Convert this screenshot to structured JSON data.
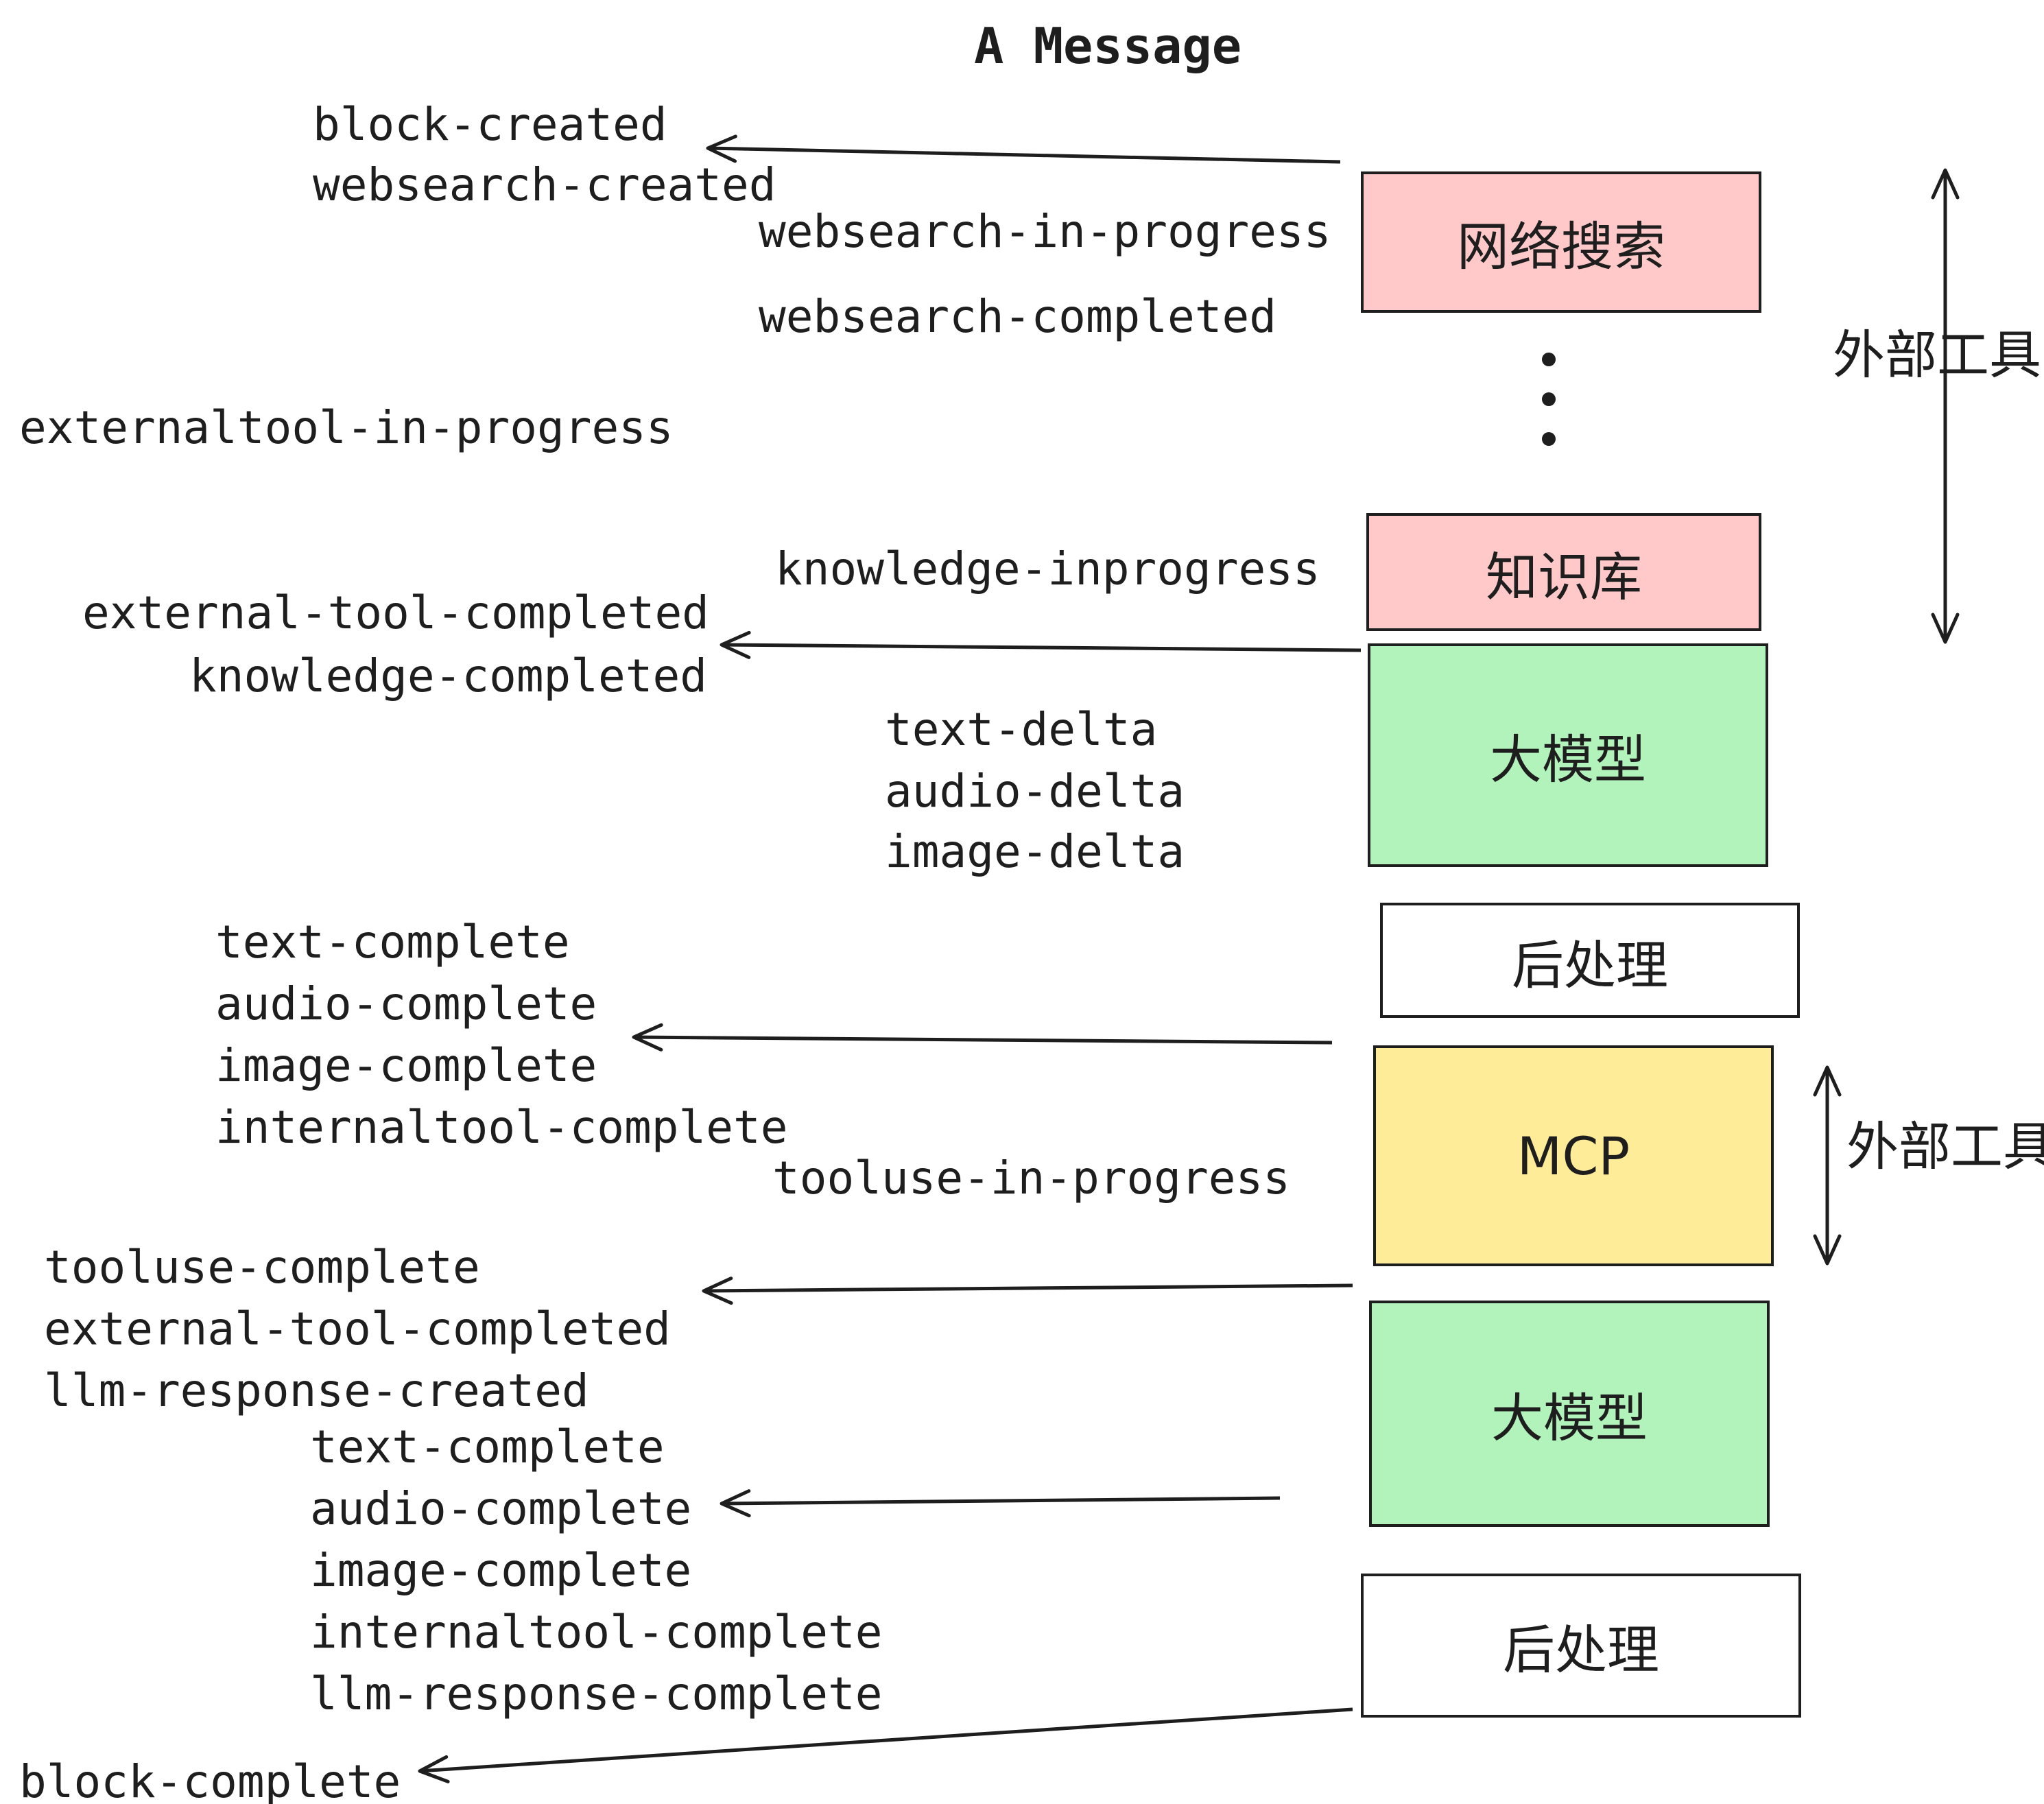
{
  "title": "A Message",
  "labels": [
    {
      "text": "block-created"
    },
    {
      "text": "websearch-created"
    },
    {
      "text": "websearch-in-progress"
    },
    {
      "text": "websearch-completed"
    },
    {
      "text": "externaltool-in-progress"
    },
    {
      "text": "knowledge-inprogress"
    },
    {
      "text": "external-tool-completed"
    },
    {
      "text": "knowledge-completed"
    },
    {
      "text": "text-delta"
    },
    {
      "text": "audio-delta"
    },
    {
      "text": "image-delta"
    },
    {
      "text": "text-complete"
    },
    {
      "text": "audio-complete"
    },
    {
      "text": "image-complete"
    },
    {
      "text": "internaltool-complete"
    },
    {
      "text": "tooluse-in-progress"
    },
    {
      "text": "tooluse-complete"
    },
    {
      "text": "external-tool-completed"
    },
    {
      "text": "llm-response-created"
    },
    {
      "text": "text-complete"
    },
    {
      "text": "audio-complete"
    },
    {
      "text": "image-complete"
    },
    {
      "text": "internaltool-complete"
    },
    {
      "text": "llm-response-complete"
    },
    {
      "text": "block-complete"
    }
  ],
  "boxes": [
    {
      "label": "网络搜索",
      "color": "#ffc9c9"
    },
    {
      "label": "知识库",
      "color": "#ffc9c9"
    },
    {
      "label": "大模型",
      "color": "#b2f2bb"
    },
    {
      "label": "后处理",
      "color": "#ffffff"
    },
    {
      "label": "MCP",
      "color": "#ffec99"
    },
    {
      "label": "大模型",
      "color": "#b2f2bb"
    },
    {
      "label": "后处理",
      "color": "#ffffff"
    }
  ],
  "side_labels": [
    {
      "text": "外部工具"
    },
    {
      "text": "外部工具"
    }
  ],
  "colors": {
    "stroke": "#1e1e1e",
    "pink": "#ffc9c9",
    "green": "#b2f2bb",
    "yellow": "#ffec99",
    "white": "#ffffff"
  }
}
